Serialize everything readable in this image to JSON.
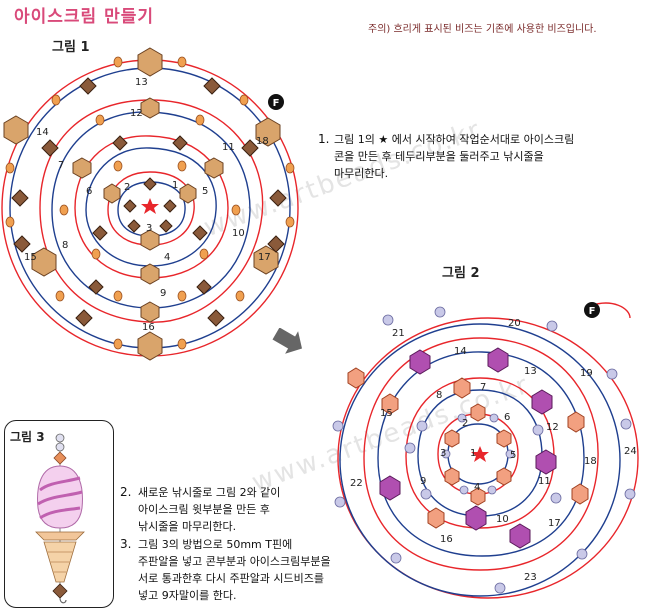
{
  "title": "아이스크림 만들기",
  "notice": "주의) 흐리게 표시된 비즈는 기존에 사용한 비즈입니다.",
  "figures": {
    "fig1": {
      "label": "그림 1",
      "numbers": [
        "1",
        "2",
        "3",
        "4",
        "5",
        "6",
        "7",
        "8",
        "9",
        "10",
        "11",
        "12",
        "13",
        "14",
        "15",
        "16",
        "17",
        "18"
      ],
      "finish_marker": "F"
    },
    "fig2": {
      "label": "그림 2",
      "numbers": [
        "1",
        "2",
        "3",
        "4",
        "5",
        "6",
        "7",
        "8",
        "9",
        "10",
        "11",
        "12",
        "13",
        "14",
        "15",
        "16",
        "17",
        "18",
        "19",
        "20",
        "21",
        "22",
        "23",
        "24"
      ],
      "finish_marker": "F"
    },
    "fig3": {
      "label": "그림 3"
    }
  },
  "steps": [
    {
      "num": "1.",
      "lines": [
        "그림 1의 ★ 에서 시작하여 작업순서대로 아이스크림",
        "콘을 만든 후 테두리부분을 둘러주고 낚시줄을",
        "마무리한다."
      ]
    },
    {
      "num": "2.",
      "lines": [
        "새로운 낚시줄로 그림 2와 같이",
        "아이스크림 윗부분을 만든 후",
        "낚시줄을 마무리한다."
      ]
    },
    {
      "num": "3.",
      "lines": [
        "그림 3의 방법으로 50mm T핀에",
        "주판알을 넣고 콘부분과 아이스크림부분을",
        "서로 통과한후 다시 주판알과 시드비즈를",
        "넣고 9자말이를 한다."
      ]
    }
  ],
  "watermark": "www.artbeads.co.kr",
  "colors": {
    "title": "#d94a7a",
    "red_line": "#e8262b",
    "blue_line": "#1f3f8f",
    "bicone": "#8a5a3a",
    "hexbead": "#d9a46b",
    "round": "#f0a050",
    "orange_bead": "#f2a080",
    "purple_bead": "#b04fb0",
    "pale_bead": "#c9c9e8"
  }
}
